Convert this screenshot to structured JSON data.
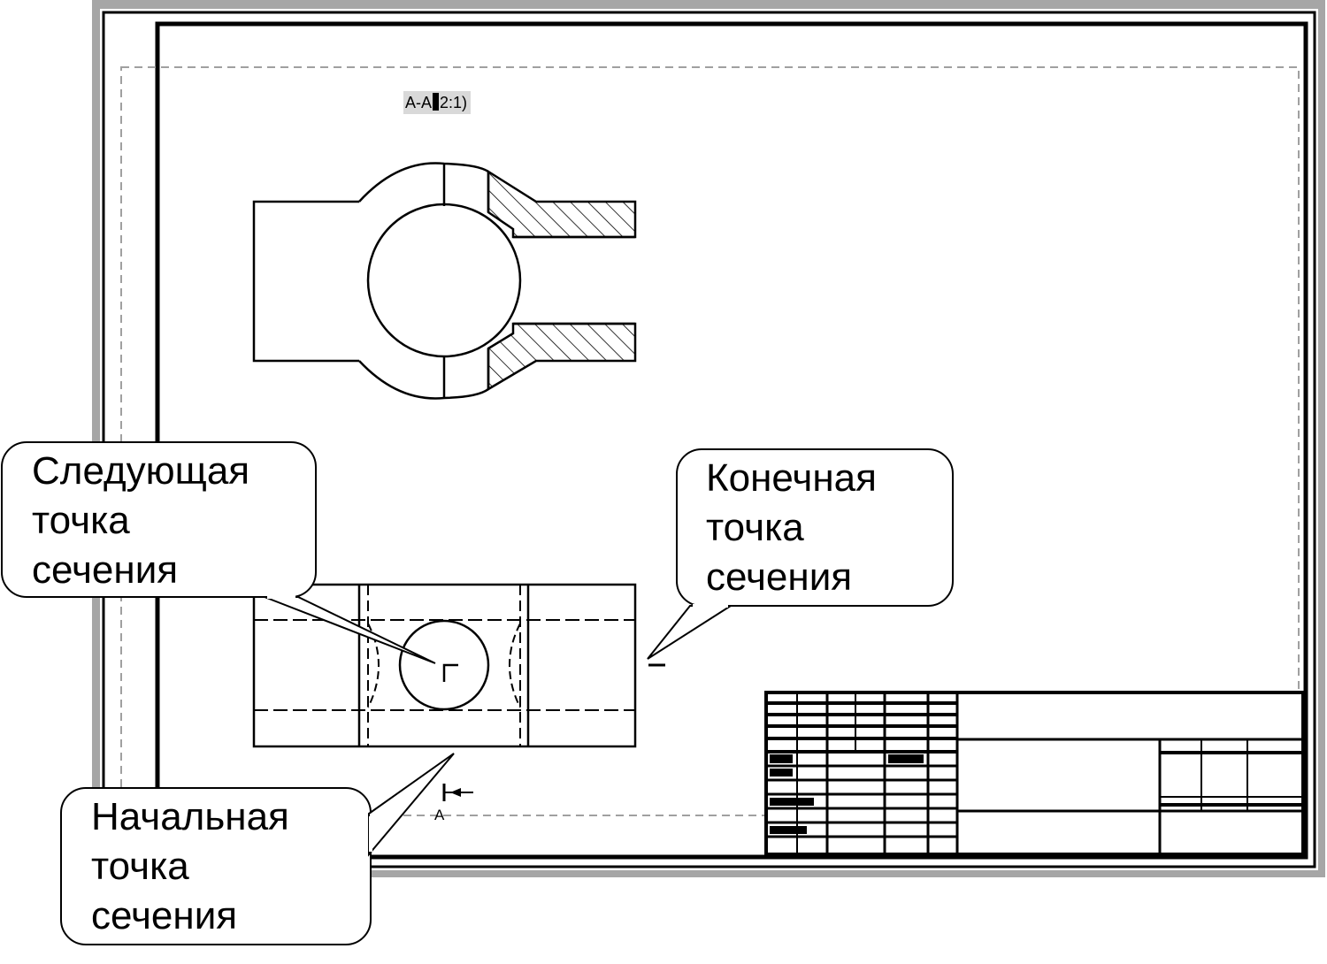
{
  "view_label": {
    "prefix": "A-A",
    "scale": "2:1)"
  },
  "arrow_letter": "A",
  "callouts": {
    "next_point": "Следующая\nточка\nсечения",
    "end_point": "Конечная\nточка\nсечения",
    "start_point": "Начальная\nточка\nсечения"
  },
  "colors": {
    "line": "#000000",
    "frame_gray": "#a6a6a6",
    "dashed": "#a0a0a0",
    "label_bg": "#d9d9d9"
  }
}
